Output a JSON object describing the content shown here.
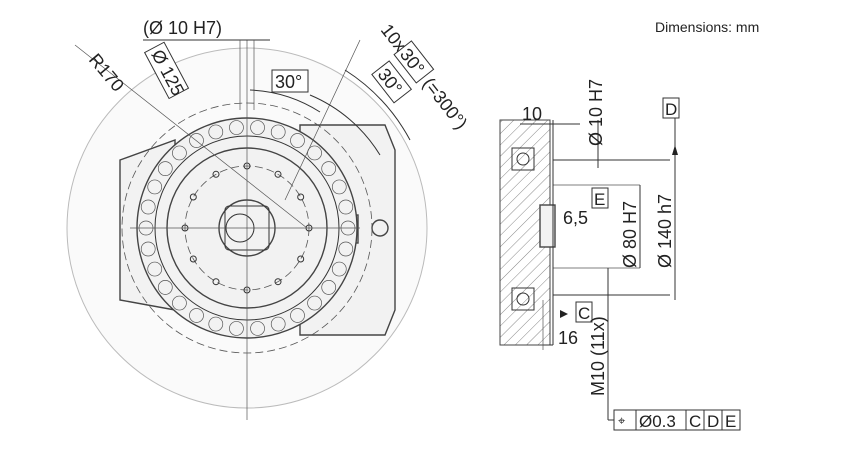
{
  "units_note": "Dimensions: mm",
  "front_view": {
    "pin_hole": "(Ø 10 H7)",
    "radius": "R170",
    "bolt_circle": "Ø 125",
    "angle_single": "30°",
    "angle_pattern_prefix": "10x",
    "angle_pattern_box": "30°",
    "angle_pattern_total": "(=300°)",
    "angle_second": "30°"
  },
  "section_view": {
    "depth_pin": "10",
    "pin_hole": "Ø 10 H7",
    "datum_d": "D",
    "datum_e": "E",
    "recess_depth": "6,5",
    "inner_fit": "Ø 80 H7",
    "outer_fit": "Ø 140 h7",
    "datum_c": "C",
    "depth_thread": "16",
    "thread": "M10 (11x)",
    "feature_control_frame": {
      "symbol": "⌖",
      "tolerance": "Ø0.3",
      "datums": [
        "C",
        "D",
        "E"
      ]
    }
  }
}
